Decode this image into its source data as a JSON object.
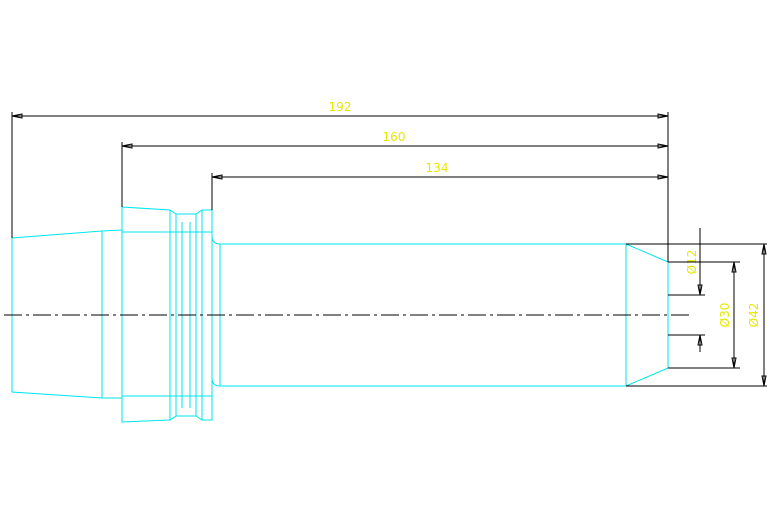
{
  "drawing": {
    "outline_color": "#00e5ee",
    "dimension_line_color": "#000000",
    "dimension_text_color": "#e8e800",
    "background": "#ffffff"
  },
  "dimensions": {
    "overall_length": "192",
    "flange_to_end_length": "160",
    "shank_length": "134",
    "bore_diameter": "Ø12",
    "inner_diameter": "Ø30",
    "outer_diameter": "Ø42"
  }
}
